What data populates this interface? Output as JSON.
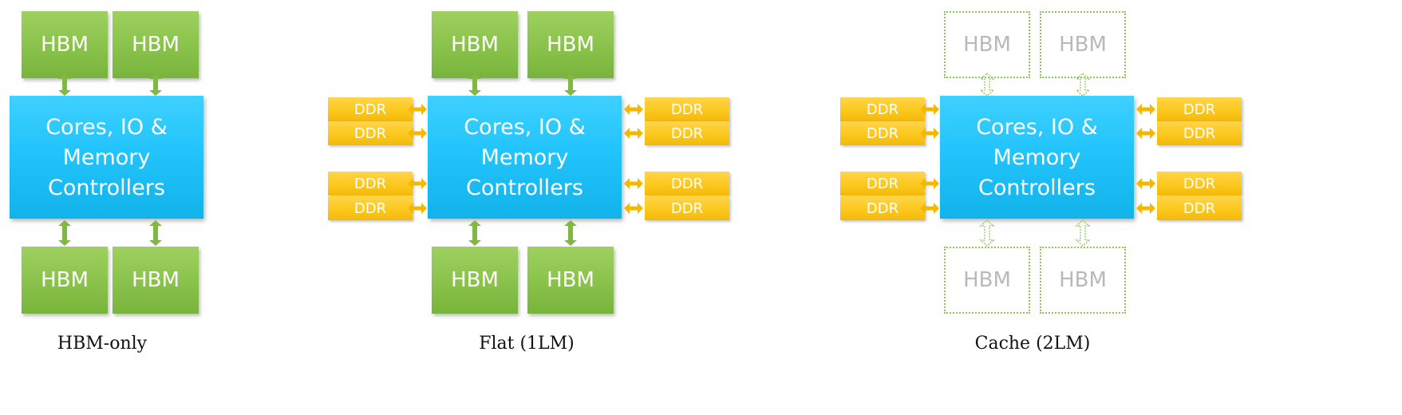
{
  "diagrams": [
    {
      "id": "hbm-only",
      "caption": "HBM-only",
      "cpu_lines": [
        "Cores, IO &",
        "Memory",
        "Controllers"
      ],
      "hbm_label": "HBM",
      "hbm_style": "solid",
      "has_ddr": false
    },
    {
      "id": "flat",
      "caption": "Flat (1LM)",
      "cpu_lines": [
        "Cores, IO &",
        "Memory",
        "Controllers"
      ],
      "hbm_label": "HBM",
      "ddr_label": "DDR",
      "hbm_style": "solid",
      "has_ddr": true
    },
    {
      "id": "cache",
      "caption": "Cache (2LM)",
      "cpu_lines": [
        "Cores, IO &",
        "Memory",
        "Controllers"
      ],
      "hbm_label": "HBM",
      "ddr_label": "DDR",
      "hbm_style": "dashed",
      "has_ddr": true
    }
  ],
  "colors": {
    "cpu": "#22c4fb",
    "hbm": "#89c24a",
    "hbm_dashed_border": "#8fc55a",
    "hbm_dashed_text": "#b9b9b9",
    "ddr": "#fbc81c",
    "arrow_green": "#7fb843",
    "arrow_orange": "#f5b800"
  }
}
